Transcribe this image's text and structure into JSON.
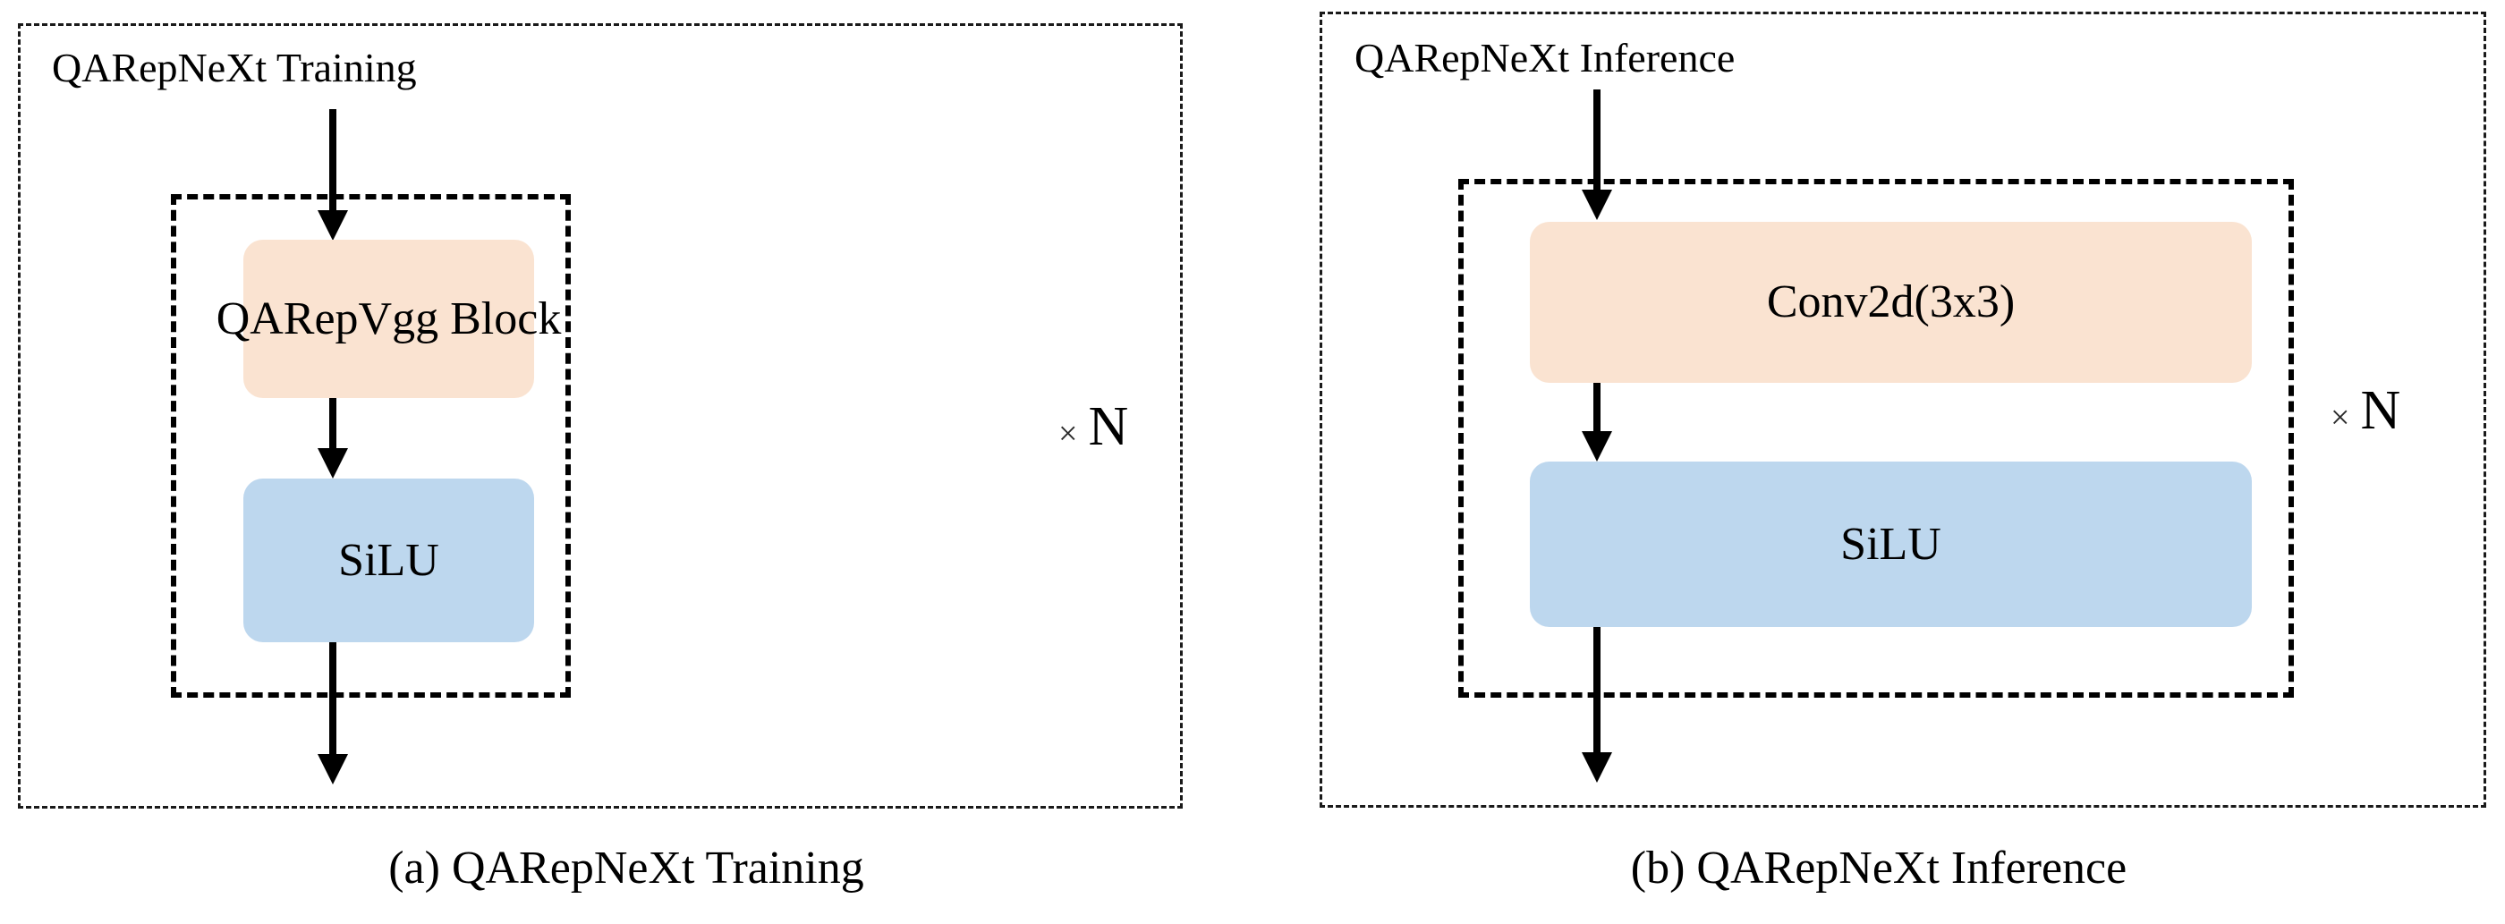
{
  "figure": {
    "background_color": "#ffffff",
    "accent_orange": "#FAE3D1",
    "accent_blue": "#BDD7EE",
    "line_color": "#000000"
  },
  "panels": [
    {
      "id": "training",
      "title": "QARepNeXt Training",
      "caption": "(a)  QARepNeXt Training",
      "multiplier": {
        "times": "×",
        "count": "N"
      },
      "blocks": [
        {
          "label": "QARepVgg Block",
          "color": "#FAE3D1",
          "role": "conv-block"
        },
        {
          "label": "SiLU",
          "color": "#BDD7EE",
          "role": "activation"
        }
      ],
      "arrows": [
        {
          "name": "input-arrow",
          "from": "panel-input",
          "to": "qarepvgg-block"
        },
        {
          "name": "mid-arrow",
          "from": "qarepvgg-block",
          "to": "silu-block"
        },
        {
          "name": "output-arrow",
          "from": "silu-block",
          "to": "panel-output"
        }
      ]
    },
    {
      "id": "inference",
      "title": "QARepNeXt Inference",
      "caption": "(b)  QARepNeXt Inference",
      "multiplier": {
        "times": "×",
        "count": "N"
      },
      "blocks": [
        {
          "label": "Conv2d(3x3)",
          "color": "#FAE3D1",
          "role": "conv-block"
        },
        {
          "label": "SiLU",
          "color": "#BDD7EE",
          "role": "activation"
        }
      ],
      "arrows": [
        {
          "name": "input-arrow",
          "from": "panel-input",
          "to": "conv2d-block"
        },
        {
          "name": "mid-arrow",
          "from": "conv2d-block",
          "to": "silu-block"
        },
        {
          "name": "output-arrow",
          "from": "silu-block",
          "to": "panel-output"
        }
      ]
    }
  ]
}
